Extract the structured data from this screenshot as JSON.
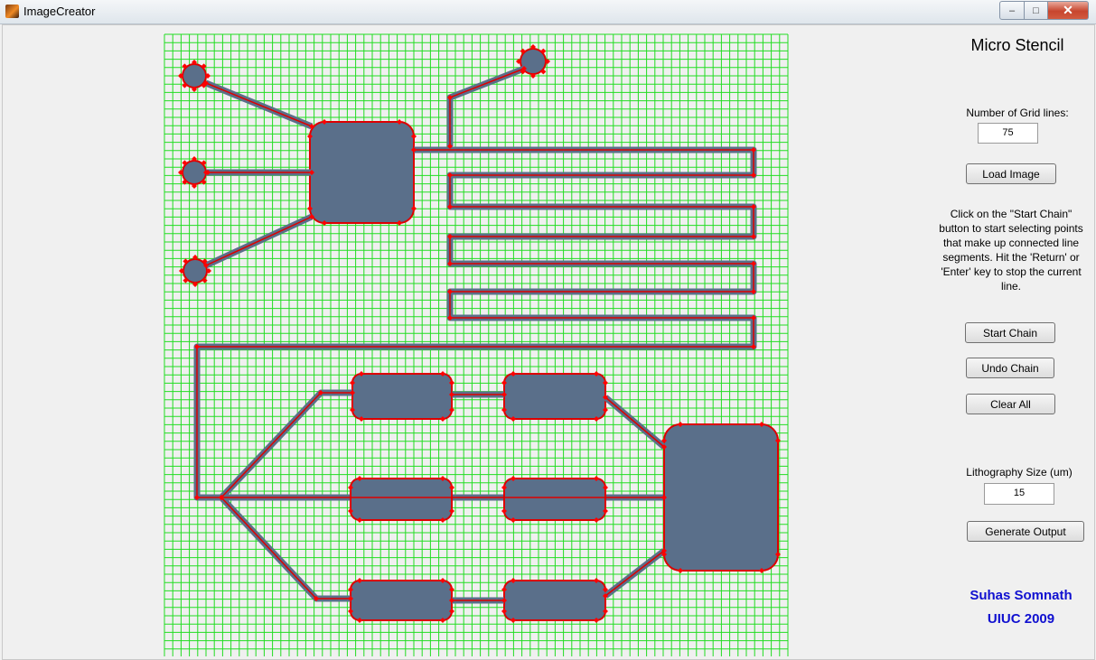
{
  "window": {
    "title": "ImageCreator",
    "min_label": "–",
    "max_label": "□",
    "close_label": "✕"
  },
  "panel": {
    "title": "Micro Stencil",
    "grid_lines_label": "Number of Grid lines:",
    "grid_lines_value": "75",
    "load_image": "Load Image",
    "instructions": "Click on the \"Start Chain\" button to start selecting points that make up connected line segments. Hit the 'Return' or 'Enter' key to stop the current line.",
    "start_chain": "Start Chain",
    "undo_chain": "Undo Chain",
    "clear_all": "Clear All",
    "litho_label": "Lithography Size (um)",
    "litho_value": "15",
    "generate_output": "Generate Output",
    "author": "Suhas Somnath",
    "affiliation": "UIUC 2009"
  },
  "canvas": {
    "grid_color": "#22dd22",
    "feature_color": "#5a6f8a",
    "chain_color": "#dd0000",
    "marker_color": "#ff0000"
  },
  "icons": {
    "app": "matlab-icon"
  }
}
